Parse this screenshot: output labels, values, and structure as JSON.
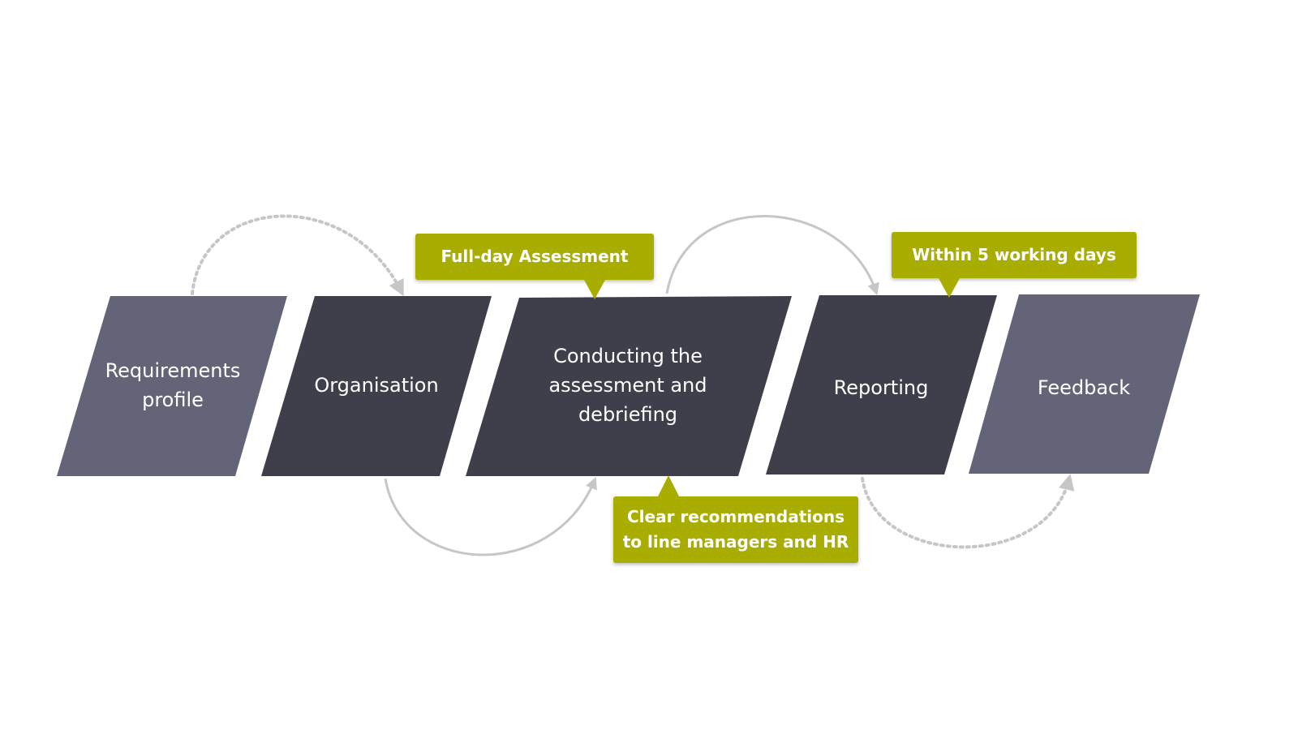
{
  "colors": {
    "step_light": "#646478",
    "step_dark": "#3e3f4b",
    "callout": "#a8ad00",
    "connector": "#c6c6c6",
    "text": "#ffffff"
  },
  "steps": [
    {
      "label": "Requirements\nprofile",
      "tone": "light"
    },
    {
      "label": "Organisation",
      "tone": "dark"
    },
    {
      "label": "Conducting the\nassessment and\ndebriefing",
      "tone": "dark"
    },
    {
      "label": "Reporting",
      "tone": "dark"
    },
    {
      "label": "Feedback",
      "tone": "light"
    }
  ],
  "callouts": [
    {
      "text": "Full-day Assessment"
    },
    {
      "text": "Clear recommendations\nto line managers and HR"
    },
    {
      "text": "Within 5 working days"
    }
  ],
  "connectors": [
    {
      "from": "Requirements profile",
      "to": "Organisation",
      "style": "dotted"
    },
    {
      "from": "Organisation",
      "to": "Conducting the assessment and debriefing",
      "style": "solid"
    },
    {
      "from": "Conducting the assessment and debriefing",
      "to": "Reporting",
      "style": "solid"
    },
    {
      "from": "Reporting",
      "to": "Feedback",
      "style": "dotted"
    }
  ]
}
